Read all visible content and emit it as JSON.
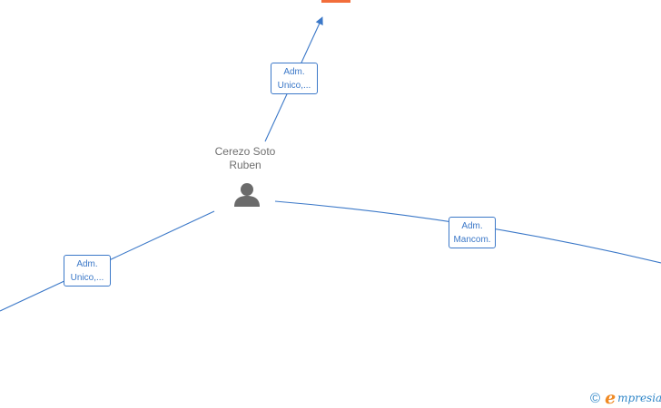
{
  "person": {
    "name_line1": "Cerezo Soto",
    "name_line2": "Ruben",
    "icon": "person-icon"
  },
  "relations": [
    {
      "line1": "Adm.",
      "line2": "Unico,..."
    },
    {
      "line1": "Adm.",
      "line2": "Mancom."
    },
    {
      "line1": "Adm.",
      "line2": "Unico,..."
    }
  ],
  "brand": {
    "copyright_symbol": "©",
    "logo_initial": "e",
    "logo_rest": "mpresia"
  },
  "colors": {
    "edge": "#3b78c8",
    "company_node": "#f26d3a",
    "person_icon": "#6b6b6b",
    "brand_blue": "#2f86c8",
    "brand_orange": "#f08a24"
  }
}
